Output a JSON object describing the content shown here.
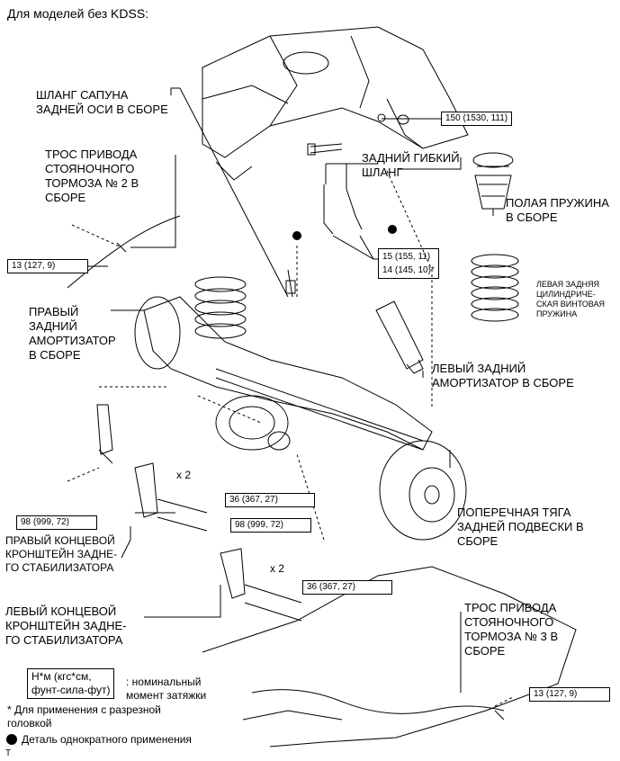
{
  "header": {
    "title": "Для моделей без KDSS:"
  },
  "labels": {
    "breather_hose": [
      "ШЛАНГ САПУНА",
      "ЗАДНЕЙ ОСИ В СБОРЕ"
    ],
    "parking_cable_2": [
      "ТРОС ПРИВОДА",
      "СТОЯНОЧНОГО",
      "ТОРМОЗА № 2 В",
      "СБОРЕ"
    ],
    "rear_flex_hose": [
      "ЗАДНИЙ ГИБКИЙ",
      "ШЛАНГ"
    ],
    "spring_bumper": [
      "ПОЛАЯ ПРУЖИНА",
      "В СБОРЕ"
    ],
    "left_coil_spring": [
      "ЛЕВАЯ ЗАДНЯЯ",
      "ЦИЛИНДРИЧЕ-",
      "СКАЯ ВИНТОВАЯ",
      "ПРУЖИНА"
    ],
    "right_shock": [
      "ПРАВЫЙ",
      "ЗАДНИЙ",
      "АМОРТИЗАТОР",
      "В СБОРЕ"
    ],
    "left_shock": [
      "ЛЕВЫЙ ЗАДНИЙ",
      "АМОРТИЗАТОР В СБОРЕ"
    ],
    "lateral_rod": [
      "ПОПЕРЕЧНАЯ ТЯГА",
      "ЗАДНЕЙ ПОДВЕСКИ В",
      "СБОРЕ"
    ],
    "right_stab_bracket": [
      "ПРАВЫЙ КОНЦЕВОЙ",
      "КРОНШТЕЙН ЗАДНЕ-",
      "ГО СТАБИЛИЗАТОРА"
    ],
    "left_stab_bracket": [
      "ЛЕВЫЙ КОНЦЕВОЙ",
      "КРОНШТЕЙН ЗАДНЕ-",
      "ГО СТАБИЛИЗАТОРА"
    ],
    "parking_cable_3": [
      "ТРОС ПРИВОДА",
      "СТОЯНОЧНОГО",
      "ТОРМОЗА № 3 В",
      "СБОРЕ"
    ]
  },
  "torques": {
    "t150": "150 (1530, 111)",
    "t13_left": "13 (127, 9)",
    "t15": "15 (155, 11)",
    "t14": "14 (145, 10)*",
    "t98_left": "98 (999, 72)",
    "t36_upper": "36 (367, 27)",
    "t98_mid": "98 (999, 72)",
    "t36_lower": "36 (367, 27)",
    "t13_right": "13 (127, 9)"
  },
  "multipliers": {
    "upper": "x 2",
    "lower": "x 2"
  },
  "legend": {
    "units": [
      "Н*м (кгс*см,",
      "фунт-сила-фут)"
    ],
    "units_desc": [
      ": номинальный",
      "момент затяжки"
    ],
    "note": [
      "* Для применения с разрезной",
      "головкой"
    ],
    "single_use": "Деталь однократного применения"
  },
  "corner_mark": "T"
}
